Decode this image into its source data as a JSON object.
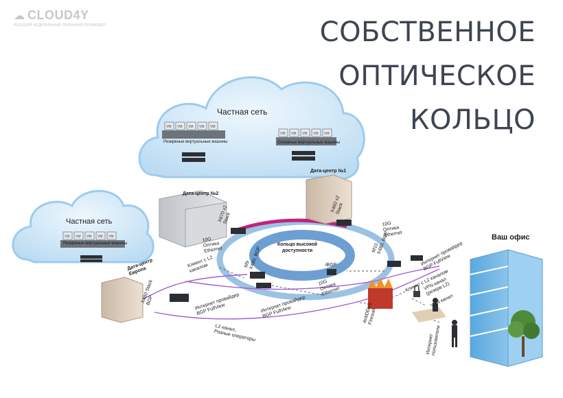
{
  "logo": {
    "text": "CLOUD4Y",
    "subtitle": "ВЕДУЩИЙ ФЕДЕРАЛЬНЫЙ ОБЛАЧНЫЙ ПРОВАЙДЕР"
  },
  "title": {
    "line1": "СОБСТВЕННОЕ",
    "line2": "ОПТИЧЕСКОЕ",
    "line3": "КОЛЬЦО"
  },
  "clouds": {
    "big": {
      "label": "Частная сеть",
      "reserve": "Резервные виртуальные машины",
      "main": "Основные виртуальные машины"
    },
    "small": {
      "label": "Частная сеть",
      "reserve": "Резервные виртуальные машины"
    }
  },
  "vm_label": "VM",
  "datacenters": {
    "dc1": "Дата-центр №1",
    "dc2": "Дата-центр №2",
    "europa_line1": "Дата-центр",
    "europa_line2": "Европа"
  },
  "ring": {
    "line1": "Кольцо высокой",
    "line2": "доступности"
  },
  "nodes": {
    "x670": {
      "line1": "X670 x2",
      "line2": "Stack"
    },
    "x460": {
      "line1": "X460 x2",
      "line2": "Stack"
    },
    "m10": {
      "line1": "M10",
      "line2": "X480, BGP"
    },
    "m9": {
      "line1": "M9",
      "line2": "X480, BGP"
    },
    "x480_stack": {
      "line1": "X480 Stack",
      "line2": "BGP"
    },
    "ibgp": "iBGP"
  },
  "links": {
    "optic_left": {
      "line1": "10G",
      "line2": "Оптика",
      "line3": "Ethernet"
    },
    "optic_right": {
      "line1": "10G",
      "line2": "Оптика",
      "line3": "Ethernet"
    },
    "optic_bottom": {
      "line1": "10G",
      "line2": "Оптика",
      "line3": "Ethernet"
    }
  },
  "isp_right": {
    "line1": "Интернет провайдер",
    "line2": "BGP FullView"
  },
  "isp_center": {
    "line1": "Интернет провайдер",
    "line2": "BGP FullView"
  },
  "isp_left": {
    "line1": "Интернет провайдер",
    "line2": "BGP FullView"
  },
  "l2_client_left": {
    "line1": "Клиент с L2",
    "line2": "каналом"
  },
  "l2_client_right": "Клиент с L2 каналом",
  "l2_channel": {
    "line1": "L2 канал,",
    "line2": "Разные операторы"
  },
  "vpn_backup": {
    "line1": "VPN канал",
    "line2": "(резерв L2)"
  },
  "vpn": "VPN канал",
  "firewall": {
    "line1": "AntiDDoS",
    "line2": "Firewall"
  },
  "internet_users": {
    "line1": "Интернет",
    "line2": "пользователи"
  },
  "office": "Ваш офис",
  "colors": {
    "cloud": "#cfe6f6",
    "ring": "#8fb8de",
    "ring_inner": "#6b9bd0",
    "pink_link": "#c2227a",
    "l2_line": "#a25dd0",
    "title": "#3d4452",
    "office": "#8ec7ec"
  }
}
